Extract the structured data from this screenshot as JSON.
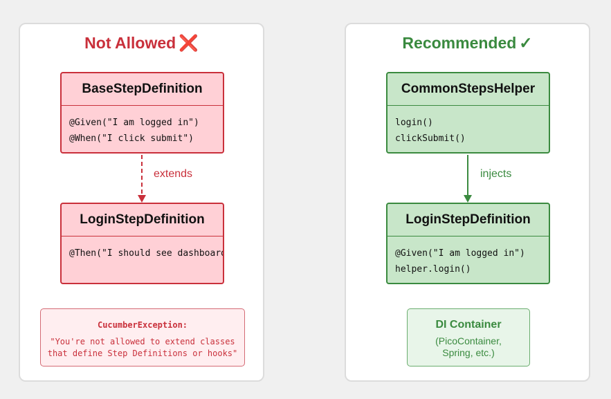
{
  "left": {
    "title": "Not Allowed",
    "title_icon": "❌",
    "top_class": {
      "name": "BaseStepDefinition",
      "lines": [
        "@Given(\"I am logged in\")",
        "@When(\"I click submit\")"
      ]
    },
    "edge_label": "extends",
    "bottom_class": {
      "name": "LoginStepDefinition",
      "lines": [
        "@Then(\"I should see dashboard\")"
      ]
    },
    "note": {
      "title": "CucumberException:",
      "lines": [
        "\"You're not allowed to extend classes",
        "that define Step Definitions or hooks\""
      ]
    }
  },
  "right": {
    "title": "Recommended",
    "title_icon": "✓",
    "top_class": {
      "name": "CommonStepsHelper",
      "lines": [
        "login()",
        "clickSubmit()"
      ]
    },
    "edge_label": "injects",
    "bottom_class": {
      "name": "LoginStepDefinition",
      "lines": [
        "@Given(\"I am logged in\")",
        "helper.login()"
      ]
    },
    "note": {
      "title": "DI Container",
      "lines": [
        "(PicoContainer,",
        "Spring, etc.)"
      ]
    }
  },
  "colors": {
    "red": "#c9303b",
    "red_fill": "#ffd0d6",
    "green": "#3a8a3f",
    "green_fill": "#c8e6c9"
  }
}
